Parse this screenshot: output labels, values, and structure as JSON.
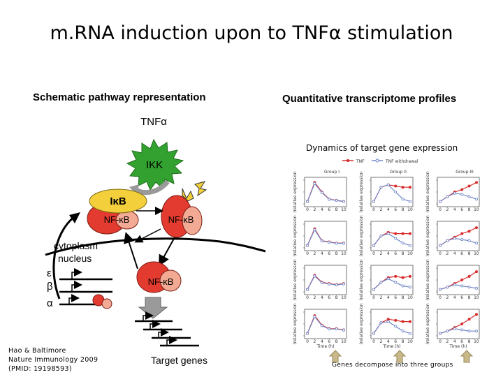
{
  "slide_title": "m.RNA induction upon to TNFα stimulation",
  "left_heading": "Schematic pathway representation",
  "right_heading": "Quantitative transcriptome profiles",
  "pathway": {
    "stimulus": "TNFα",
    "kinase": "IKK",
    "inhibitor": "IκB",
    "tf_left": "NF-κB",
    "tf_right": "NF-κB",
    "tf_nucleus": "NF-κB",
    "compartment_cytoplasm": "cytoplasm",
    "compartment_nucleus": "nucleus",
    "isoforms": [
      "ε",
      "β",
      "α"
    ],
    "target_label": "Target genes"
  },
  "citation": {
    "line1": "Hao & Baltimore",
    "line2": "Nature Immunology 2009",
    "line3": "(PMID: 19198593)"
  },
  "profiles": {
    "heading": "Dynamics of target gene expression",
    "legend": [
      "TNF",
      "TNF withdrawal"
    ],
    "groups": [
      "Group I",
      "Group II",
      "Group III"
    ],
    "x_label": "Time (h)",
    "y_axis_label": "(relative expression",
    "x_ticks": [
      "0",
      "2",
      "4",
      "6",
      "8",
      "10"
    ],
    "footer": "Genes decompose into three groups",
    "colors": {
      "tnf": "#d92b2b",
      "withdrawal": "#6f86c8"
    }
  }
}
